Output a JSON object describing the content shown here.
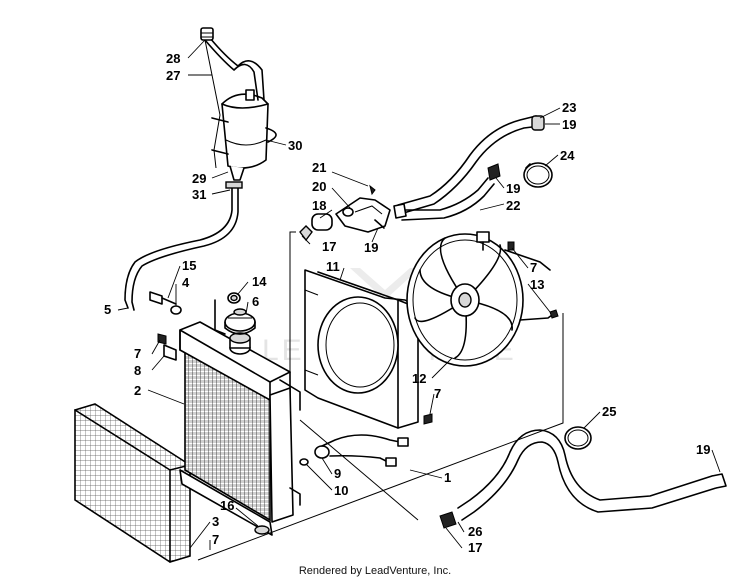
{
  "watermark": "LEADVENTURE",
  "credit": "Rendered by LeadVenture, Inc.",
  "callouts": [
    "28",
    "27",
    "30",
    "29",
    "31",
    "21",
    "20",
    "18",
    "17",
    "19",
    "23",
    "19",
    "24",
    "19",
    "22",
    "15",
    "4",
    "14",
    "6",
    "5",
    "11",
    "7",
    "13",
    "7",
    "8",
    "2",
    "12",
    "7",
    "25",
    "19",
    "9",
    "10",
    "1",
    "16",
    "3",
    "7",
    "26",
    "17"
  ]
}
